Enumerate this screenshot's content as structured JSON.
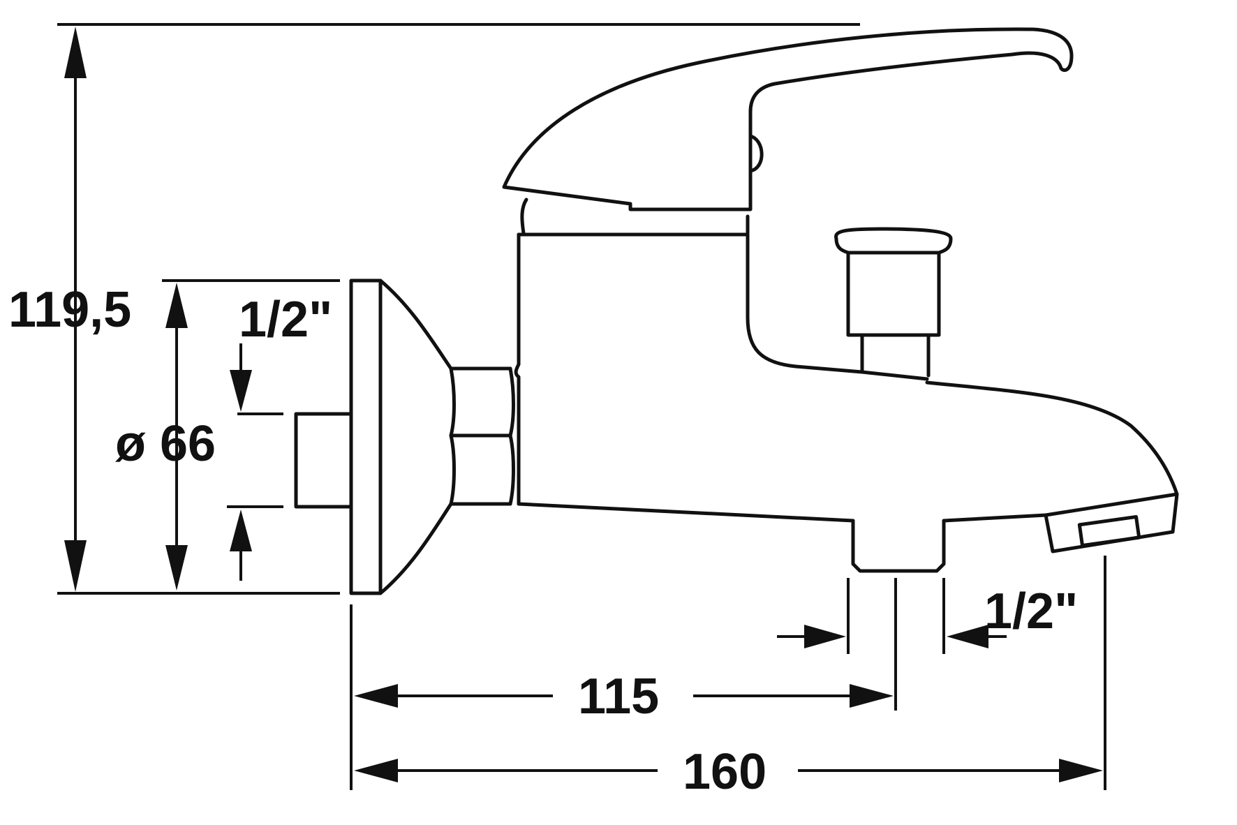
{
  "dimensions": {
    "total_height": "119,5",
    "flange_diameter": "ø 66",
    "inlet_thread": "1/2\"",
    "outlet_thread": "1/2\"",
    "center_distance": "115",
    "total_length": "160"
  },
  "colors": {
    "line": "#111111",
    "background": "#ffffff"
  }
}
